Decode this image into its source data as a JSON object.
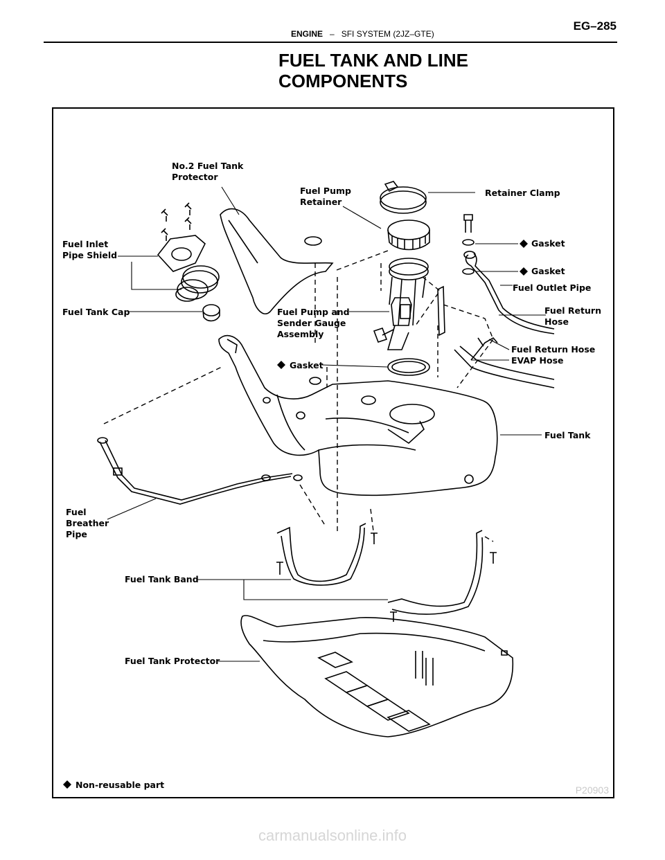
{
  "header": {
    "section": "ENGINE",
    "separator": "–",
    "subsection": "SFI SYSTEM (2JZ–GTE)",
    "page": "EG–285"
  },
  "title_line1": "FUEL TANK AND LINE",
  "title_line2": "COMPONENTS",
  "labels": {
    "no2_tank_protector_1": "No.2 Fuel Tank",
    "no2_tank_protector_2": "Protector",
    "pump_retainer_1": "Fuel Pump",
    "pump_retainer_2": "Retainer",
    "retainer_clamp": "Retainer Clamp",
    "gasket_upper": "Gasket",
    "gasket_lower": "Gasket",
    "inlet_shield_1": "Fuel Inlet",
    "inlet_shield_2": "Pipe Shield",
    "outlet_pipe": "Fuel Outlet Pipe",
    "tank_cap": "Fuel Tank Cap",
    "pump_assy_1": "Fuel Pump and",
    "pump_assy_2": "Sender Gauge",
    "pump_assy_3": "Assembly",
    "return_hose_a1": "Fuel Return",
    "return_hose_a2": "Hose",
    "return_hose_b": "Fuel Return Hose",
    "evap_hose": "EVAP Hose",
    "gasket_pump": "Gasket",
    "fuel_tank": "Fuel Tank",
    "breather_1": "Fuel",
    "breather_2": "Breather",
    "breather_3": "Pipe",
    "tank_band": "Fuel Tank Band",
    "tank_protector": "Fuel Tank Protector",
    "non_reusable": "Non-reusable part",
    "figure_code": "P20903"
  },
  "footer": "carmanualsonline.info"
}
